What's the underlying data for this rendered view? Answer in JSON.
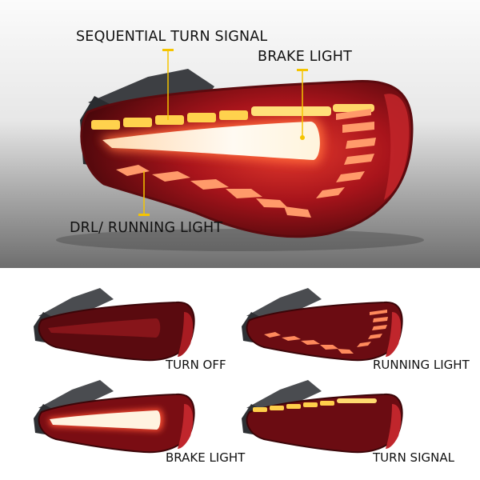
{
  "hero": {
    "labels": {
      "sequential_turn_signal": "SEQUENTIAL TURN SIGNAL",
      "brake_light": "BRAKE LIGHT",
      "drl_running_light": "DRL/ RUNNING LIGHT"
    }
  },
  "modes": [
    {
      "caption": "TURN OFF"
    },
    {
      "caption": "RUNNING LIGHT"
    },
    {
      "caption": "BRAKE LIGHT"
    },
    {
      "caption": "TURN SIGNAL"
    }
  ],
  "colors": {
    "indicator_yellow": "#f5c400",
    "lens_red": "#8e0f14",
    "amber_glow": "#ffcf4a",
    "running_orange": "#ff8a5c"
  }
}
